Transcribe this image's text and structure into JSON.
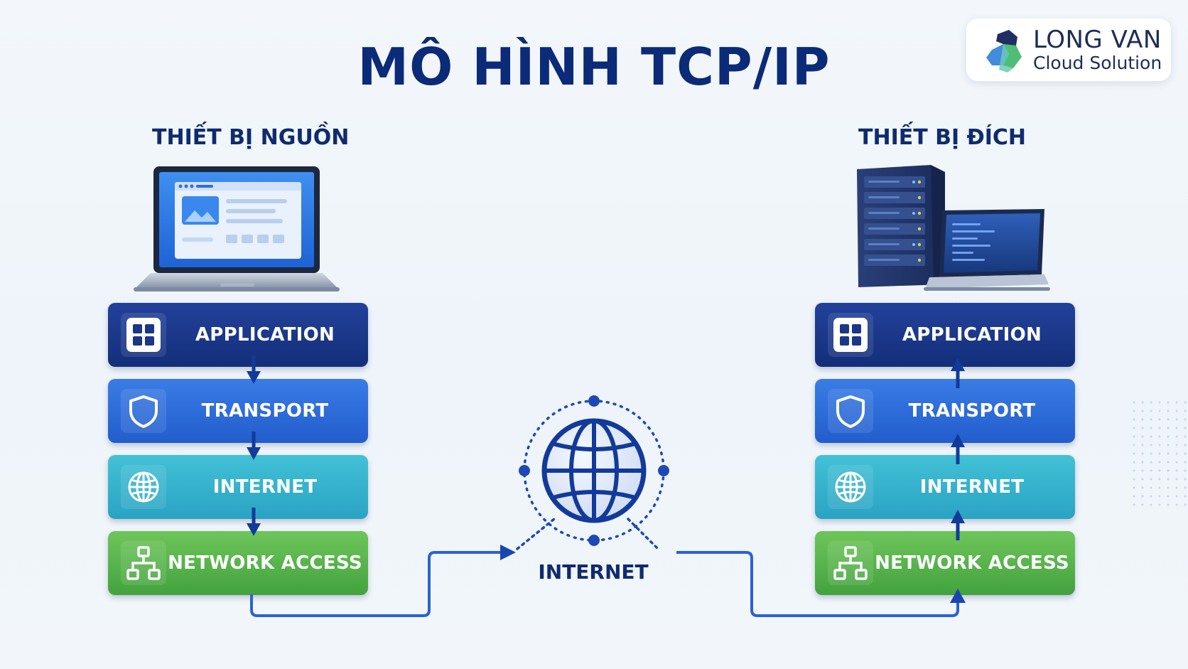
{
  "title": "MÔ HÌNH TCP/IP",
  "logo": {
    "line1": "LONG VAN",
    "line2": "Cloud Solution"
  },
  "source": {
    "label": "THIẾT BỊ NGUỒN",
    "device_icon": "laptop-icon"
  },
  "destination": {
    "label": "THIẾT BỊ ĐÍCH",
    "device_icon": "server-and-laptop-icon"
  },
  "layers": [
    {
      "label": "APPLICATION",
      "icon": "app-grid-icon",
      "color": "#1a3686"
    },
    {
      "label": "TRANSPORT",
      "icon": "shield-icon",
      "color": "#2d6bdc"
    },
    {
      "label": "INTERNET",
      "icon": "globe-icon",
      "color": "#33b1cc"
    },
    {
      "label": "NETWORK ACCESS",
      "icon": "network-tree-icon",
      "color": "#57b34b"
    }
  ],
  "center": {
    "label": "INTERNET",
    "icon": "globe-icon"
  },
  "arrows": {
    "source_direction": "down",
    "destination_direction": "up",
    "color": "#123a9a"
  }
}
